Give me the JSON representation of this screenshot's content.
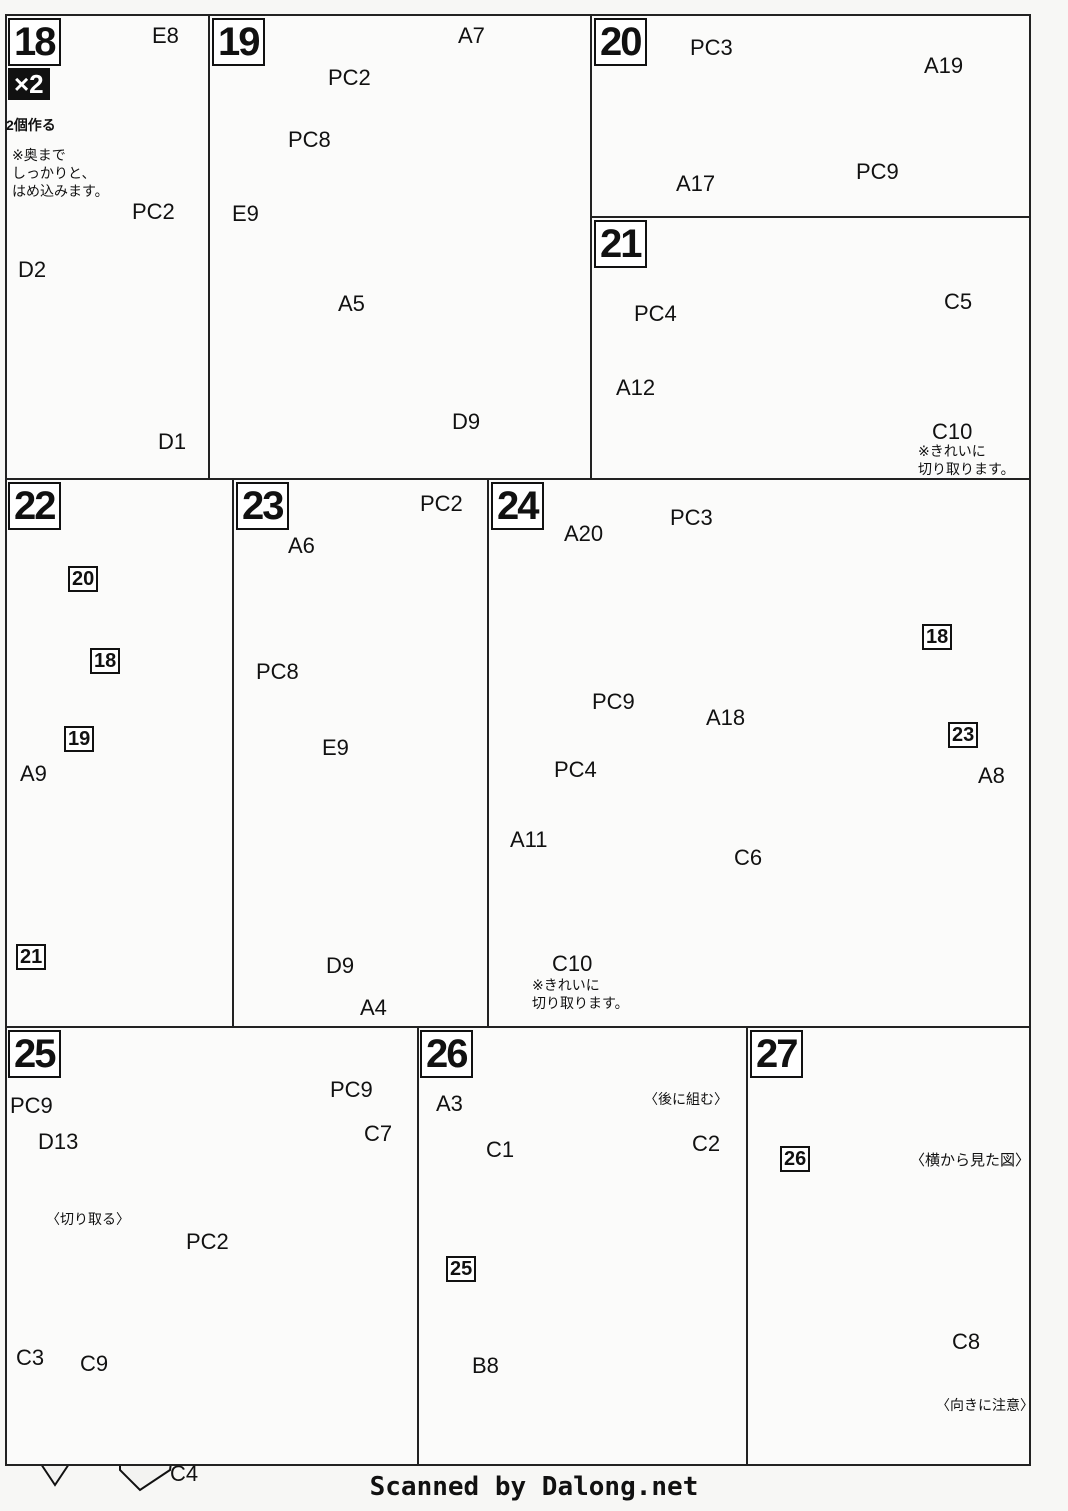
{
  "steps": {
    "s18": {
      "num": "18",
      "multiplier": "×2",
      "multiplier_note": "2個作る",
      "note": "※奥まで\nしっかりと、\nはめ込みます。",
      "labels": [
        "E8",
        "PC2",
        "D2",
        "D1"
      ]
    },
    "s19": {
      "num": "19",
      "labels": [
        "A7",
        "PC2",
        "PC8",
        "E9",
        "A5",
        "D9"
      ]
    },
    "s20": {
      "num": "20",
      "labels": [
        "PC3",
        "A19",
        "A17",
        "PC9"
      ]
    },
    "s21": {
      "num": "21",
      "labels": [
        "PC4",
        "A12",
        "C5",
        "C10"
      ],
      "note": "※きれいに\n切り取ります。"
    },
    "s22": {
      "num": "22",
      "labels": [
        "A9"
      ],
      "refs": [
        "20",
        "18",
        "19",
        "21"
      ]
    },
    "s23": {
      "num": "23",
      "labels": [
        "PC2",
        "A6",
        "PC8",
        "E9",
        "D9",
        "A4"
      ]
    },
    "s24": {
      "num": "24",
      "labels": [
        "A20",
        "PC3",
        "PC9",
        "A18",
        "PC4",
        "A11",
        "C6",
        "C10",
        "A8"
      ],
      "refs": [
        "18",
        "23"
      ],
      "note": "※きれいに\n切り取ります。"
    },
    "s25": {
      "num": "25",
      "labels": [
        "PC9",
        "PC9",
        "D13",
        "C7",
        "PC2",
        "C3",
        "C9",
        "C4"
      ],
      "cut_note": "〈切り取る〉"
    },
    "s26": {
      "num": "26",
      "labels": [
        "A3",
        "C1",
        "C2",
        "B8"
      ],
      "refs": [
        "25"
      ],
      "note": "〈後に組む〉"
    },
    "s27": {
      "num": "27",
      "labels": [
        "C8"
      ],
      "refs": [
        "26"
      ],
      "side_view": "〈横から見た図〉",
      "caution": "〈向きに注意〉"
    }
  },
  "footer": "Scanned by Dalong.net"
}
